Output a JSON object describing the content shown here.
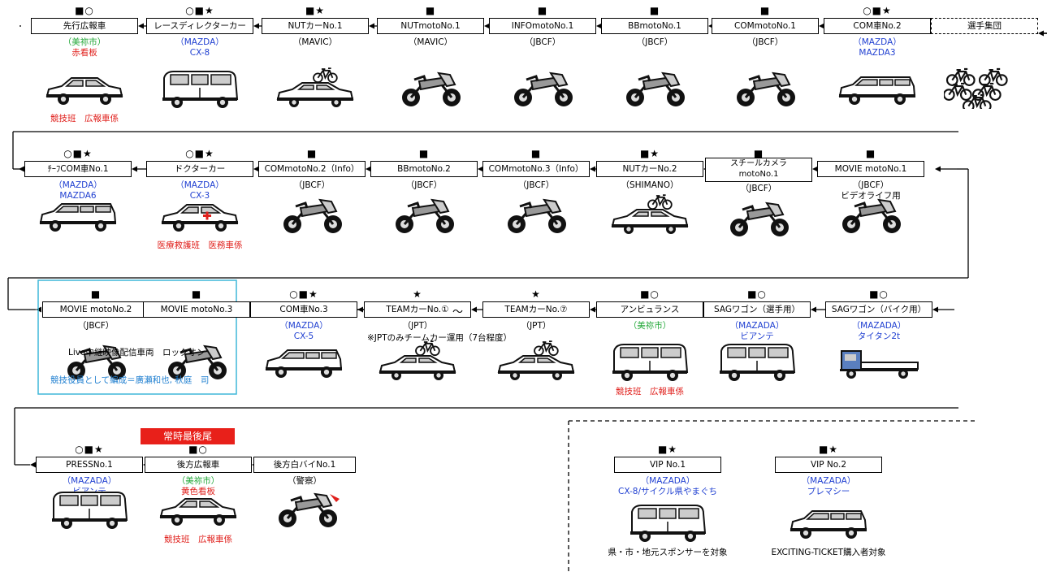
{
  "row1": [
    {
      "marks": "■○",
      "label": "先行広報車",
      "lines": [
        {
          "t": "（美祢市）",
          "c": "green"
        },
        {
          "t": "赤看板",
          "c": "red"
        }
      ],
      "icon": "sedan-icon",
      "bottom": "競技班　広報車係",
      "bottomColor": "red"
    },
    {
      "marks": "○■★",
      "label": "レースディレクターカー",
      "lines": [
        {
          "t": "（MAZDA）",
          "c": "blue"
        },
        {
          "t": "CX-8",
          "c": "blue"
        }
      ],
      "icon": "van-icon"
    },
    {
      "marks": "■★",
      "label": "NUTカーNo.1",
      "lines": [
        {
          "t": "（MAVIC）",
          "c": "blk"
        }
      ],
      "icon": "car-bike-icon"
    },
    {
      "marks": "■",
      "label": "NUTmotoNo.1",
      "lines": [
        {
          "t": "（MAVIC）",
          "c": "blk"
        }
      ],
      "icon": "moto-icon"
    },
    {
      "marks": "■",
      "label": "INFOmotoNo.1",
      "lines": [
        {
          "t": "（JBCF）",
          "c": "blk"
        }
      ],
      "icon": "moto-icon"
    },
    {
      "marks": "■",
      "label": "BBmotoNo.1",
      "lines": [
        {
          "t": "（JBCF）",
          "c": "blk"
        }
      ],
      "icon": "moto-icon"
    },
    {
      "marks": "■",
      "label": "COMmotoNo.1",
      "lines": [
        {
          "t": "（JBCF）",
          "c": "blk"
        }
      ],
      "icon": "moto-icon"
    },
    {
      "marks": "○■★",
      "label": "COM車No.2",
      "lines": [
        {
          "t": "（MAZDA）",
          "c": "blue"
        },
        {
          "t": "MAZDA3",
          "c": "blue"
        }
      ],
      "icon": "wagon-icon"
    },
    {
      "marks": "",
      "label": "選手集団",
      "lines": [],
      "icon": "bicycles-icon",
      "dotted": true
    }
  ],
  "row2": [
    {
      "marks": "○■★",
      "label": "ﾁｰﾌCOM車No.1",
      "lines": [
        {
          "t": "（MAZDA）",
          "c": "blue"
        },
        {
          "t": "MAZDA6",
          "c": "blue"
        }
      ],
      "icon": "wagon-icon"
    },
    {
      "marks": "○■★",
      "label": "ドクターカー",
      "lines": [
        {
          "t": "（MAZDA）",
          "c": "blue"
        },
        {
          "t": "CX-3",
          "c": "blue"
        }
      ],
      "icon": "ambulance-sedan-icon",
      "bottom": "医療救護班　医務車係",
      "bottomColor": "red"
    },
    {
      "marks": "■",
      "label": "COMmotoNo.2（Info）",
      "lines": [
        {
          "t": "（JBCF）",
          "c": "blk"
        }
      ],
      "icon": "moto-icon"
    },
    {
      "marks": "■",
      "label": "BBmotoNo.2",
      "lines": [
        {
          "t": "（JBCF）",
          "c": "blk"
        }
      ],
      "icon": "moto-icon"
    },
    {
      "marks": "■",
      "label": "COMmotoNo.3（Info）",
      "lines": [
        {
          "t": "（JBCF）",
          "c": "blk"
        }
      ],
      "icon": "moto-icon"
    },
    {
      "marks": "■★",
      "label": "NUTカーNo.2",
      "lines": [
        {
          "t": "（SHIMANO）",
          "c": "blk"
        }
      ],
      "icon": "car-bike-icon"
    },
    {
      "marks": "■",
      "label": "スチールカメラ\nmotoNo.1",
      "lines": [
        {
          "t": "（JBCF）",
          "c": "blk"
        }
      ],
      "icon": "moto-icon",
      "tall": true
    },
    {
      "marks": "■",
      "label": "MOVIE motoNo.1",
      "lines": [
        {
          "t": "（JBCF）",
          "c": "blk"
        },
        {
          "t": "ビデオライフ用",
          "c": "blk"
        }
      ],
      "icon": "moto-icon"
    }
  ],
  "row3": [
    {
      "marks": "■",
      "label": "MOVIE motoNo.2",
      "lines": [
        {
          "t": "（JBCF）",
          "c": "blk"
        }
      ],
      "icon": "moto-icon"
    },
    {
      "marks": "■",
      "label": "MOVIE motoNo.3",
      "lines": [],
      "icon": "moto-icon"
    },
    {
      "marks": "○■★",
      "label": "COM車No.3",
      "lines": [
        {
          "t": "（MAZDA）",
          "c": "blue"
        },
        {
          "t": "CX-5",
          "c": "blue"
        }
      ],
      "icon": "wagon-icon"
    },
    {
      "marks": "★",
      "label": "TEAMカーNo.①",
      "lines": [
        {
          "t": "（JPT）",
          "c": "blk"
        }
      ],
      "icon": "car-bike-icon"
    },
    {
      "marks": "★",
      "label": "TEAMカーNo.⑦",
      "lines": [
        {
          "t": "（JPT）",
          "c": "blk"
        }
      ],
      "icon": "car-bike-icon"
    },
    {
      "marks": "■○",
      "label": "アンビュランス",
      "lines": [
        {
          "t": "（美祢市）",
          "c": "green"
        }
      ],
      "icon": "van-icon",
      "bottom": "競技班　広報車係",
      "bottomColor": "red"
    },
    {
      "marks": "■○",
      "label": "SAGワゴン（選手用）",
      "lines": [
        {
          "t": "（MAZADA）",
          "c": "blue"
        },
        {
          "t": "ビアンテ",
          "c": "blue"
        }
      ],
      "icon": "van-icon"
    },
    {
      "marks": "■○",
      "label": "SAGワゴン（バイク用）",
      "lines": [
        {
          "t": "（MAZADA）",
          "c": "blue"
        },
        {
          "t": "タイタン2t",
          "c": "blue"
        }
      ],
      "icon": "truck-icon"
    }
  ],
  "row3_extra": {
    "live_note": "Live中継映像配信車両　ロックオン",
    "team_note": "※JPTのみチームカー運用（7台程度）",
    "tilde": "～",
    "group_note": "競技役員として編成＝廣瀬和也, 秋庭　司"
  },
  "row4": [
    {
      "marks": "○■★",
      "label": "PRESSNo.1",
      "lines": [
        {
          "t": "（MAZADA）",
          "c": "blue"
        },
        {
          "t": "ビアンテ",
          "c": "blue"
        }
      ],
      "icon": "van-icon"
    },
    {
      "marks": "■○",
      "label": "後方広報車",
      "lines": [
        {
          "t": "（美祢市）",
          "c": "green"
        },
        {
          "t": "黄色看板",
          "c": "red"
        }
      ],
      "icon": "sedan-icon",
      "bottom": "競技班　広報車係",
      "bottomColor": "red"
    },
    {
      "marks": "",
      "label": "後方白バイNo.1",
      "lines": [
        {
          "t": "（警察）",
          "c": "blk"
        }
      ],
      "icon": "police-moto-icon"
    }
  ],
  "badge": "常時最後尾",
  "vip": [
    {
      "marks": "■★",
      "label": "VIP No.1",
      "lines": [
        {
          "t": "（MAZADA）",
          "c": "blue"
        },
        {
          "t": "CX-8/サイクル県やまぐち",
          "c": "blue"
        }
      ],
      "icon": "van-icon",
      "bottom": "県・市・地元スポンサーを対象",
      "bottomColor": "blk"
    },
    {
      "marks": "■★",
      "label": "VIP No.2",
      "lines": [
        {
          "t": "（MAZADA）",
          "c": "blue"
        },
        {
          "t": "プレマシー",
          "c": "blue"
        }
      ],
      "icon": "wagon-icon",
      "bottom": "EXCITING-TICKET購入者対象",
      "bottomColor": "blk"
    }
  ],
  "colors": {
    "blue": "#1f3fd1",
    "red": "#e0201c",
    "green": "#24a83a",
    "badge": "#e8201a",
    "highlight": "#3fb7d8"
  }
}
